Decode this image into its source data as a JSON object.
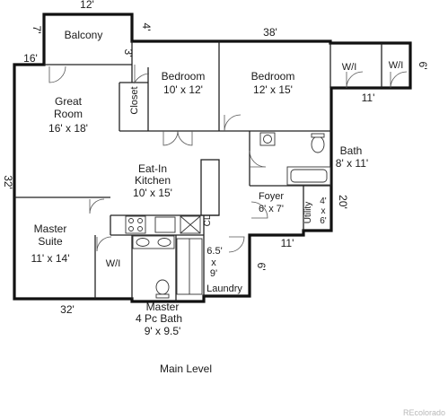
{
  "rooms": {
    "balcony": {
      "name": "Balcony"
    },
    "great_room": {
      "name_line1": "Great",
      "name_line2": "Room",
      "size": "16' x 18'"
    },
    "bedroom1": {
      "name": "Bedroom",
      "size": "10' x 12'"
    },
    "bedroom2": {
      "name": "Bedroom",
      "size": "12' x 15'"
    },
    "closet": {
      "name": "Closet"
    },
    "wi_top_left": {
      "name": "W/I"
    },
    "wi_top_right": {
      "name": "W/I"
    },
    "bath": {
      "name": "Bath",
      "size": "8' x 11'"
    },
    "kitchen": {
      "name_line1": "Eat-In",
      "name_line2": "Kitchen",
      "size": "10' x 15'"
    },
    "foyer": {
      "name": "Foyer",
      "size": "6' x 7'"
    },
    "utility": {
      "name": "Utility",
      "size_line1": "4'",
      "size_line2": "x",
      "size_line3": "6'"
    },
    "cl": {
      "name": "CL"
    },
    "master_suite": {
      "name_line1": "Master",
      "name_line2": "Suite",
      "size": "11' x 14'"
    },
    "wi_master": {
      "name": "W/I"
    },
    "laundry": {
      "size_line1": "6.5'",
      "size_line2": "x",
      "size_line3": "9'",
      "name": "Laundry"
    },
    "master_bath": {
      "name_line1": "Master",
      "name_line2": "4 Pc  Bath",
      "size": "9' x 9.5'"
    }
  },
  "dimensions": {
    "balcony_width": "12'",
    "balcony_depth": "7'",
    "balcony_right": "4'",
    "balcony_step": "3'",
    "top_left": "16'",
    "top_width": "38'",
    "right_top": "6'",
    "right_step": "11'",
    "bath_side": "20'",
    "foyer_step": "11'",
    "laundry_side": "6'",
    "left_height": "32'",
    "bottom_width": "32'"
  },
  "caption": "Main Level",
  "credit": "REcolorado"
}
